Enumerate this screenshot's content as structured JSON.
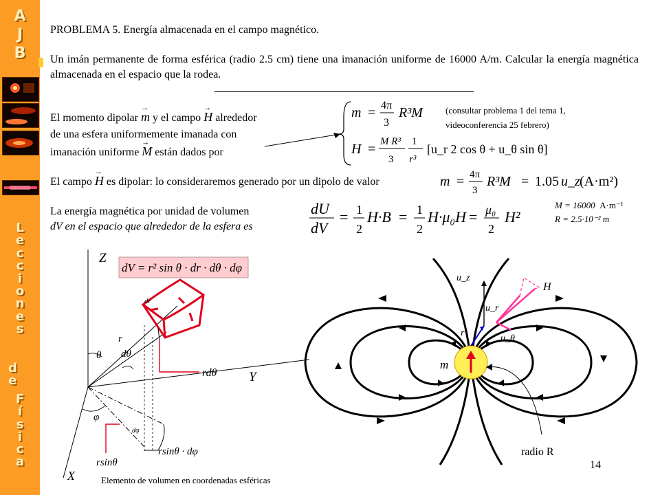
{
  "sidebar": {
    "top_letters": [
      "A",
      "J",
      "B"
    ],
    "vertical_word_1": [
      "L",
      "e",
      "c",
      "c",
      "i",
      "o",
      "n",
      "e",
      "s"
    ],
    "vertical_word_2": [
      "d",
      "e"
    ],
    "vertical_word_3": [
      "F",
      "í",
      "s",
      "i",
      "c",
      "a"
    ]
  },
  "title": "PROBLEMA 5. Energía almacenada en el campo magnético.",
  "statement": "Un imán permanente de forma esférica (radio 2.5 cm) tiene una imanación uniforme de 16000 A/m. Calcular la energía magnética almacenada en el espacio que la rodea.",
  "dipole": {
    "line1_pre": "El momento dipolar",
    "line1_mid": "y el campo",
    "line1_post": "alrededor",
    "line2": "de una esfera uniformemente imanada con",
    "line3_pre": "imanación uniforme",
    "line3_post": "están dados por",
    "note": "(consultar problema 1 del tema 1, videoconferencia 25 febrero)"
  },
  "dipolar_field": {
    "pre": "El campo",
    "post": "es dipolar: lo consideraremos generado por un dipolo de valor",
    "value": "1.05",
    "units": "(A·m²)"
  },
  "energy": {
    "line1": "La energía magnética por unidad de volumen",
    "line2": "dV en el espacio que alrededor de la esfera es"
  },
  "data_values": {
    "M_label": "M = 16000",
    "M_units": "A·m⁻¹",
    "R_label": "R = 2.5·10⁻² m"
  },
  "left_figure": {
    "z": "Z",
    "y": "Y",
    "x": "X",
    "dv_formula": "dV = r² sin θ · dr · dθ · dφ",
    "dr": "dr",
    "r": "r",
    "theta": "θ",
    "dtheta": "dθ",
    "rdtheta": "rdθ",
    "phi": "φ",
    "dphi": "dφ",
    "rsin": "rsinθ",
    "rsindphi": "rsinθ · dφ",
    "caption": "Elemento de volumen en coordenadas esféricas"
  },
  "right_figure": {
    "uz": "u_z",
    "H": "H",
    "ur": "u_r",
    "r": "r",
    "utheta": "u_θ",
    "m": "m",
    "radius_label": "radio R"
  },
  "page_number": "14",
  "colors": {
    "sidebar": "#fd9c24",
    "red": "#e0001b",
    "magenta": "#ff3399",
    "sphere": "#ffee55",
    "dv_box": "#ffccd0"
  }
}
